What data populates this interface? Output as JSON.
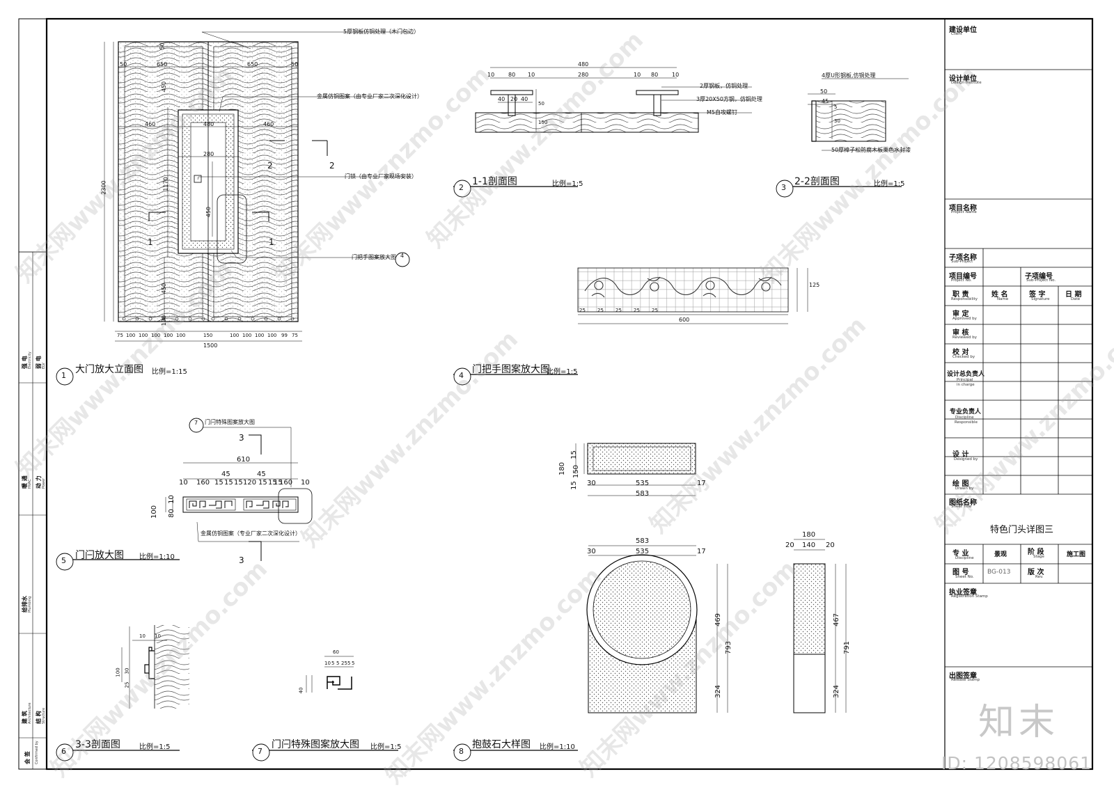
{
  "sheet_size": "1600x1131",
  "details": [
    {
      "num": "1",
      "title": "大门放大立面图",
      "scale": "比例=1:15"
    },
    {
      "num": "2",
      "title": "1-1剖面图",
      "scale": "比例=1:5"
    },
    {
      "num": "3",
      "title": "2-2剖面图",
      "scale": "比例=1:5"
    },
    {
      "num": "4",
      "title": "门把手图案放大图",
      "scale": "比例=1:5"
    },
    {
      "num": "5",
      "title": "门闩放大图",
      "scale": "比例=1:10"
    },
    {
      "num": "6",
      "title": "3-3剖面图",
      "scale": "比例=1:5"
    },
    {
      "num": "7",
      "title": "门闩特殊图案放大图",
      "scale": "比例=1:5"
    },
    {
      "num": "8",
      "title": "抱鼓石大样图",
      "scale": "比例=1:10"
    }
  ],
  "notes": {
    "d1_copper": "5厚钢板仿铜处理（木门包边）",
    "d1_pattern": "金属仿铜图案（由专业厂家二次深化设计）",
    "d1_lock": "门锁（由专业厂家现场安装）",
    "d1_handle": "门把手图案放大图",
    "d1_handle_ref": "4",
    "d2_plate": "2厚钢板，仿铜处理",
    "d2_tube": "3厚20X50方钢，仿铜处理",
    "d2_screw": "M5自攻螺钉",
    "d3_u": "4厚U形钢板,仿铜处理",
    "d3_wood": "50厚樟子松防腐木板栗色水封漆",
    "d5_ref_num": "7",
    "d5_ref": "门闩特殊图案放大图",
    "d5_pattern": "金属仿铜图案（专业厂家二次深化设计）"
  },
  "section_marks": {
    "s1": "1",
    "s2": "2",
    "s3": "3"
  },
  "dims": {
    "d1_total_w": "1500",
    "d1_total_h": "2300",
    "d1_h1": "450",
    "d1_h2": "1170",
    "d1_h3": "450",
    "d1_h4": "100",
    "d1_w50": "50",
    "d1_w650": "650",
    "d1_w460": "460",
    "d1_w480": "480",
    "d1_w280": "280",
    "d1_top": "50",
    "d1_mid": "450",
    "d1_bottom": [
      "75",
      "100",
      "100",
      "100",
      "100",
      "100",
      "150",
      "100",
      "100",
      "100",
      "100",
      "99",
      "75"
    ],
    "d2_480": "480",
    "d2_280": "280",
    "d2_10": "10",
    "d2_80": "80",
    "d2_40": "40",
    "d2_20": "20",
    "d2_50": "50",
    "d2_150": "150",
    "d3_50": "50",
    "d3_45": "45",
    "d3_5": "5",
    "d3_30": "30",
    "d4_600": "600",
    "d4_25": "25",
    "d4_125": "125",
    "d5_610": "610",
    "d5_45": "45",
    "d5_row": [
      "10",
      "160",
      "15",
      "15",
      "15",
      "120",
      "15",
      "15",
      "15",
      "160",
      "10"
    ],
    "d5_100": "100",
    "d5_80": "80",
    "d5_10": "10",
    "d6_10": "10",
    "d6_100": "100",
    "d6_30": "30",
    "d6_25": "25",
    "d7_60": "60",
    "d7_row": [
      "10",
      "5",
      "5",
      "25",
      "5",
      "5"
    ],
    "d7_40": "40",
    "d8_180": "180",
    "d8_15": "15",
    "d8_150": "150",
    "d8_30": "30",
    "d8_535": "535",
    "d8_17": "17",
    "d8_583": "583",
    "d8_469": "469",
    "d8_793": "793",
    "d8_324": "324",
    "d8_140": "140",
    "d8_20": "20",
    "d8_467": "467",
    "d8_791": "791"
  },
  "title_block": {
    "client_cn": "建设单位",
    "client_en": "Client",
    "institute_cn": "设计单位",
    "institute_en": "Design Institute",
    "project_cn": "项目名称",
    "project_en": "Project Name",
    "subproject_cn": "子项名称",
    "subproject_en": "Sub-Project",
    "project_no_cn": "项目编号",
    "project_no_en": "Project No.",
    "subproject_no_cn": "子项编号",
    "subproject_no_en": "Sub-Project No.",
    "resp_cn": "职 责",
    "resp_en": "Responsibility",
    "name_cn": "姓 名",
    "name_en": "Name",
    "sign_cn": "签 字",
    "sign_en": "Signature",
    "date_cn": "日 期",
    "date_en": "Date",
    "approved_cn": "审 定",
    "approved_en": "Approved by",
    "reviewed_cn": "审 核",
    "reviewed_en": "Reviewed by",
    "checked_cn": "校 对",
    "checked_en": "Checked by",
    "principal_cn": "设计总负责人",
    "principal_en1": "Principal",
    "principal_en2": "in charge",
    "discipline_resp_cn": "专业负责人",
    "discipline_resp_en1": "Discipline",
    "discipline_resp_en2": "Responsible",
    "designed_cn": "设 计",
    "designed_en": "Designed by",
    "drawn_cn": "绘 图",
    "drawn_en": "Drawn by",
    "sheet_title_cn": "图纸名称",
    "sheet_title_en": "Sheet Title",
    "sheet_title": "特色门头详图三",
    "discipline_cn": "专 业",
    "discipline_en": "Discipline",
    "discipline_val": "景观",
    "stage_cn": "阶 段",
    "stage_en": "Stage",
    "stage_val": "施工图",
    "sheet_no_cn": "图 号",
    "sheet_no_en": "Sheet No.",
    "sheet_no_val": "BG-013",
    "rev_cn": "版 次",
    "rev_en": "Rev.",
    "stamp_cn": "执业签章",
    "stamp_en": "Registration Stamp",
    "release_cn": "出图签章",
    "release_en": "Release Stamp"
  },
  "side_stamp": {
    "electric_cn": "强 电",
    "electric_en": "Electricity",
    "weak_cn": "弱 电",
    "weak_en": "ELV",
    "hvac_cn": "暖 通",
    "hvac_en": "HVAC",
    "power_cn": "动 力",
    "power_en": "Power",
    "water_cn": "给排水",
    "water_en": "Plumbing",
    "arch_cn": "建 筑",
    "arch_en": "Architecture",
    "struct_cn": "结 构",
    "struct_en": "Structure",
    "confirm_cn": "会 签",
    "confirm_en": "Confirmed by"
  },
  "watermark": "知末网www.znzmo.com",
  "logo": "知末",
  "id_tag": "ID: 1208598061"
}
